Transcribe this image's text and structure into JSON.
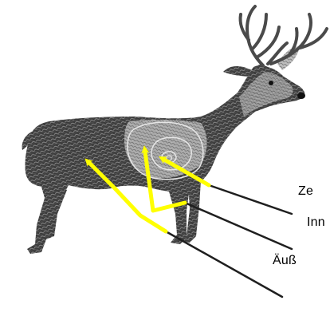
{
  "labels": {
    "center": "Ze",
    "inner": "Inn",
    "outer": "Äuß"
  },
  "colors": {
    "arrow": "#ffff00",
    "leader": "#1f1f1f",
    "deer_dark": "#262626",
    "deer_light": "#9a9a9a",
    "background": "#ffffff"
  }
}
